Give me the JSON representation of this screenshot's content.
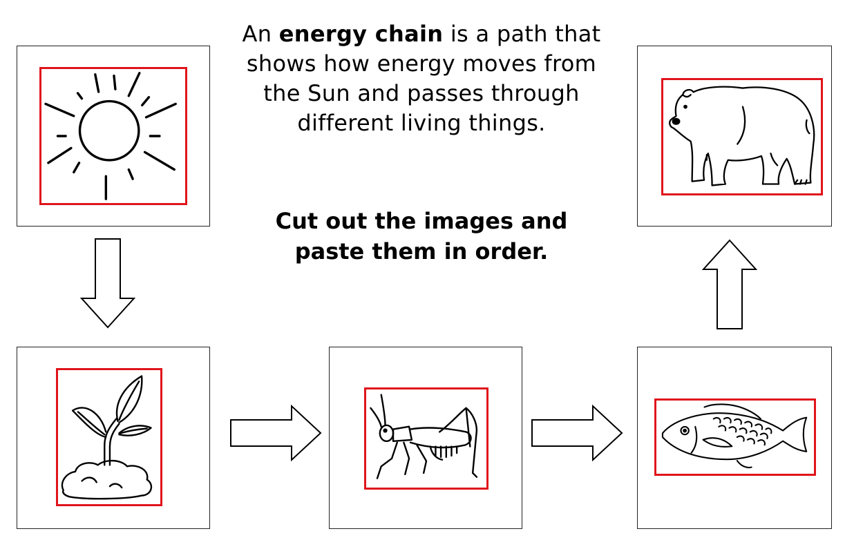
{
  "intro": {
    "part1": "An",
    "term": "energy chain",
    "part2": "is a path that shows how energy moves from the Sun and passes through different living things."
  },
  "task": {
    "line1": "Cut out the images and",
    "line2": "paste them in order."
  },
  "colors": {
    "frame": "#e0141b",
    "ink": "#000000"
  },
  "chain": [
    {
      "name": "sun",
      "icon": "sun-icon"
    },
    {
      "name": "plant",
      "icon": "sprout-icon"
    },
    {
      "name": "grasshopper",
      "icon": "grasshopper-icon"
    },
    {
      "name": "fish",
      "icon": "fish-icon"
    },
    {
      "name": "polar bear",
      "icon": "polar-bear-icon"
    }
  ]
}
